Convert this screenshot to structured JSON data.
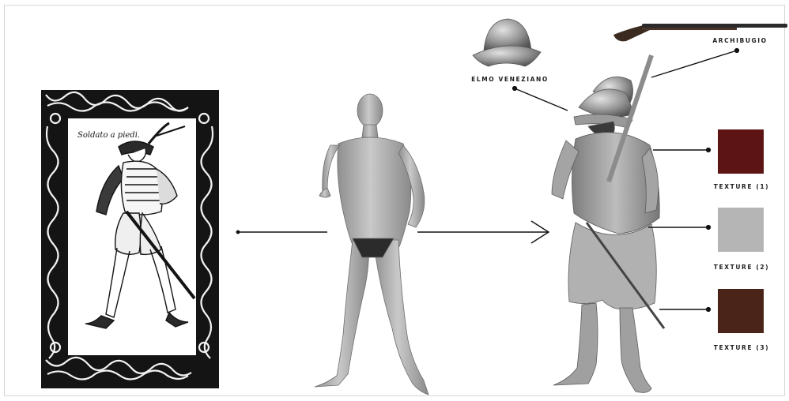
{
  "woodcut": {
    "caption": "Soldato a piedi."
  },
  "labels": {
    "helmet": "ELMO VENEZIANO",
    "gun": "ARCHIBUGIO",
    "texture1": "TEXTURE (1)",
    "texture2": "TEXTURE (2)",
    "texture3": "TEXTURE (3)"
  },
  "colors": {
    "texture1": "#5c1414",
    "texture2": "#b5b5b5",
    "texture3": "#4a2418",
    "figure": "#a8a8a8",
    "line": "#111111"
  }
}
